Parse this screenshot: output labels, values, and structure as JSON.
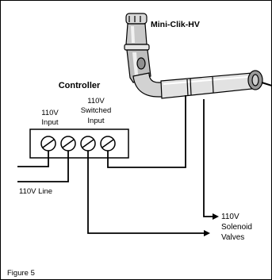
{
  "device_label": "Mini-Clik-HV",
  "controller": {
    "title": "Controller",
    "input_label_line1": "110V",
    "input_label_line2": "Input",
    "switched_label_line1": "110V",
    "switched_label_line2": "Switched",
    "switched_label_line3": "Input"
  },
  "line_label": "110V Line",
  "valves_label_line1": "110V",
  "valves_label_line2": "Solenoid",
  "valves_label_line3": "Valves",
  "caption": "Figure 5"
}
